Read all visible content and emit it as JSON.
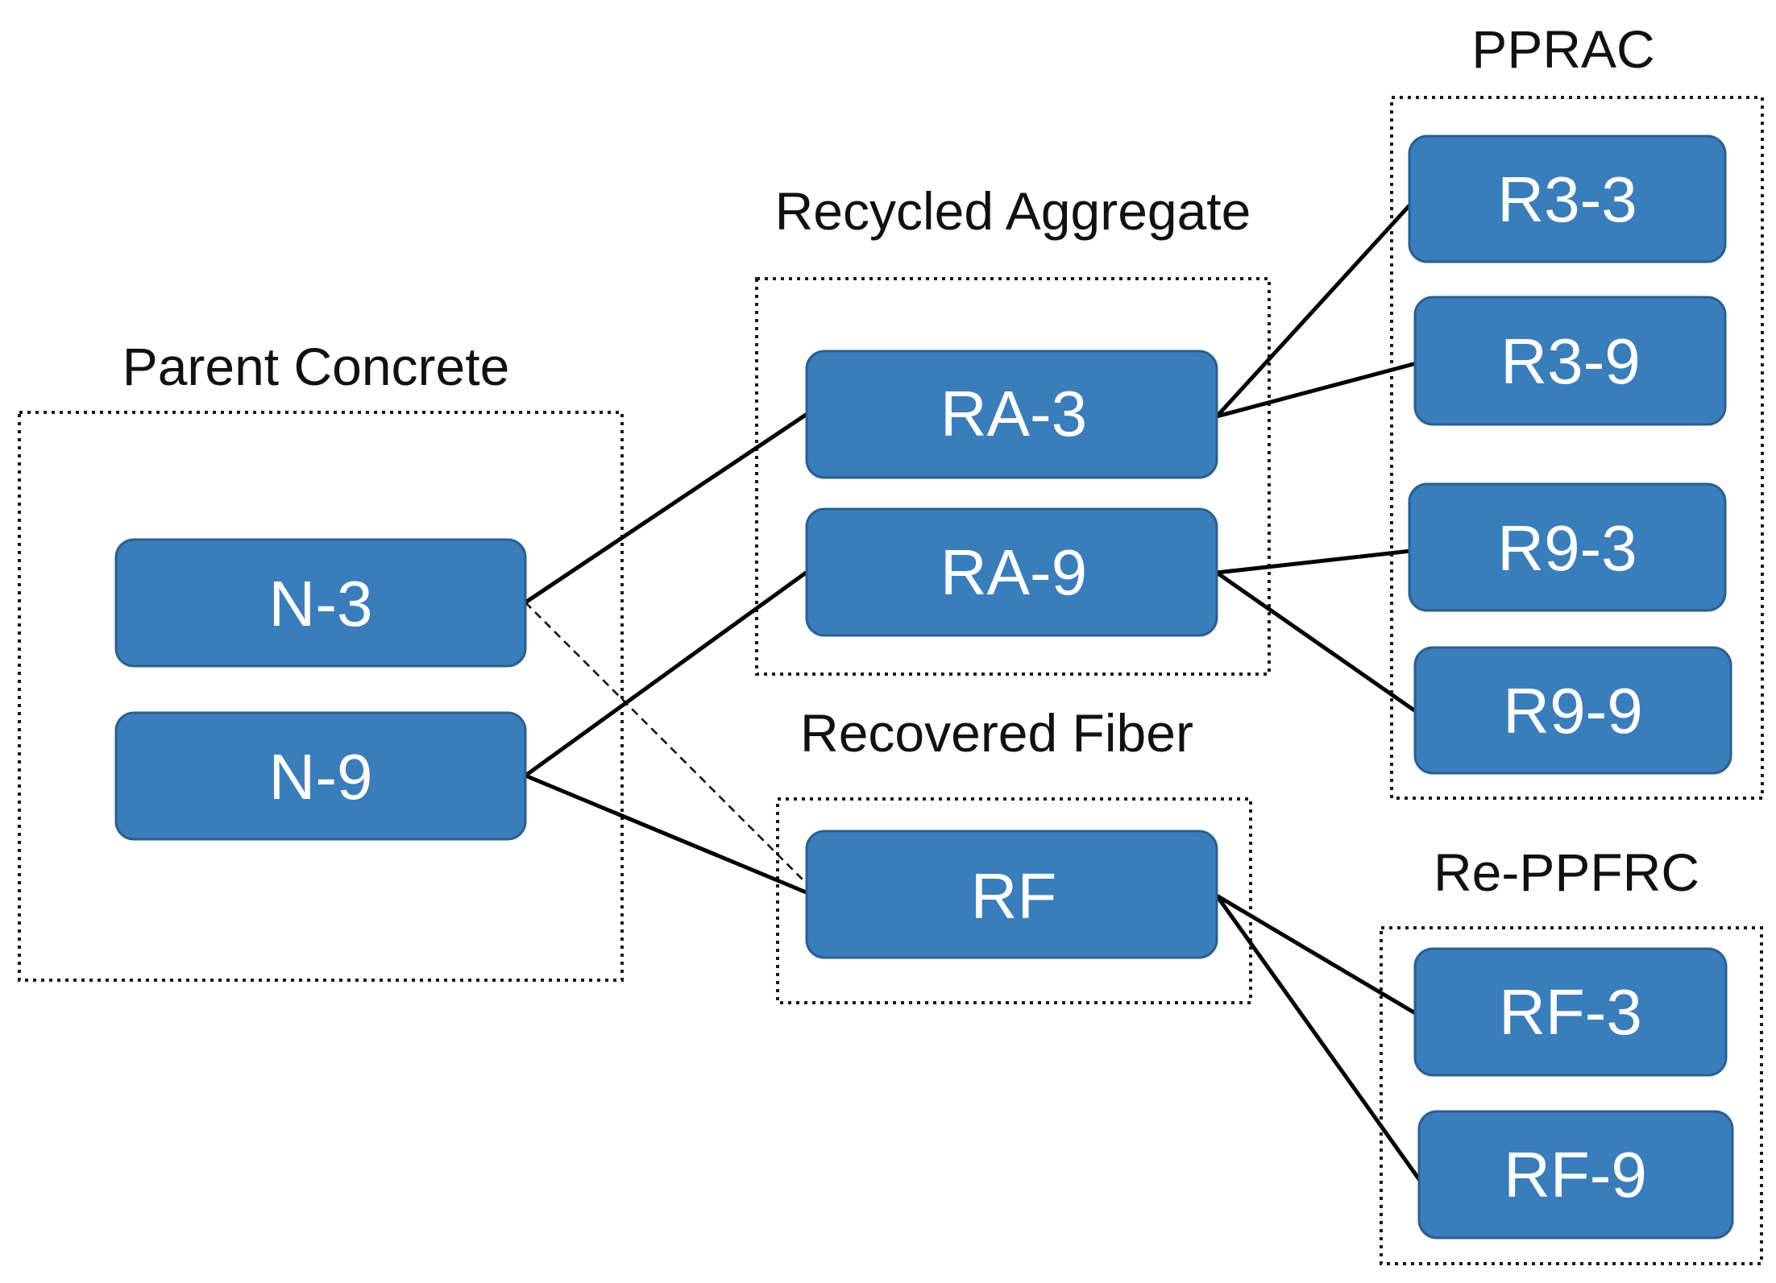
{
  "groups": [
    {
      "id": "parent",
      "label": "Parent Concrete"
    },
    {
      "id": "ra",
      "label": "Recycled Aggregate"
    },
    {
      "id": "rf",
      "label": "Recovered Fiber"
    },
    {
      "id": "pprac",
      "label": "PPRAC"
    },
    {
      "id": "reppfrc",
      "label": "Re-PPFRC"
    }
  ],
  "nodes": [
    {
      "id": "n3",
      "label": "N-3"
    },
    {
      "id": "n9",
      "label": "N-9"
    },
    {
      "id": "ra3",
      "label": "RA-3"
    },
    {
      "id": "ra9",
      "label": "RA-9"
    },
    {
      "id": "rf",
      "label": "RF"
    },
    {
      "id": "r33",
      "label": "R3-3"
    },
    {
      "id": "r39",
      "label": "R3-9"
    },
    {
      "id": "r93",
      "label": "R9-3"
    },
    {
      "id": "r99",
      "label": "R9-9"
    },
    {
      "id": "rf3",
      "label": "RF-3"
    },
    {
      "id": "rf9",
      "label": "RF-9"
    }
  ],
  "edges": [
    {
      "from": "n3",
      "to": "ra3",
      "style": "solid"
    },
    {
      "from": "n3",
      "to": "rf",
      "style": "dashed"
    },
    {
      "from": "n9",
      "to": "ra9",
      "style": "solid"
    },
    {
      "from": "n9",
      "to": "rf",
      "style": "solid"
    },
    {
      "from": "ra3",
      "to": "r33",
      "style": "solid"
    },
    {
      "from": "ra3",
      "to": "r39",
      "style": "solid"
    },
    {
      "from": "ra9",
      "to": "r93",
      "style": "solid"
    },
    {
      "from": "ra9",
      "to": "r99",
      "style": "solid"
    },
    {
      "from": "rf",
      "to": "rf3",
      "style": "solid"
    },
    {
      "from": "rf",
      "to": "rf9",
      "style": "solid"
    }
  ],
  "colors": {
    "node_fill": "#3a7dbb",
    "node_text": "#ffffff",
    "line": "#000000"
  }
}
